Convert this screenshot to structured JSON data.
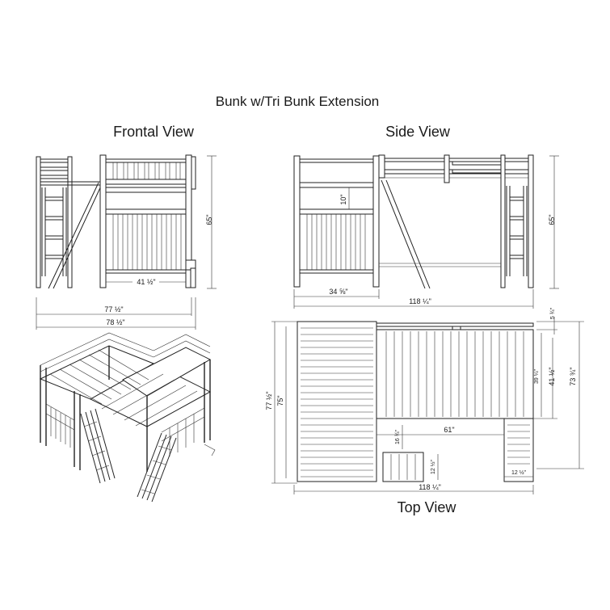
{
  "title": "Bunk w/Tri Bunk Extension",
  "views": {
    "frontal": "Frontal View",
    "side": "Side View",
    "top": "Top View"
  },
  "dimensions": {
    "front_height": "65\"",
    "front_inner_width": "41 ½\"",
    "front_width_77": "77 ½\"",
    "front_width_78": "78 ½\"",
    "side_rail": "10\"",
    "side_height": "65\"",
    "side_34": "34 ⅝\"",
    "side_118": "118 ¼\"",
    "top_5": "5 ¾\"",
    "top_39": "39 ¼\"",
    "top_41": "41 ½\"",
    "top_73": "73 ¾\"",
    "top_77": "77 ½\"",
    "top_75": "75\"",
    "top_61": "61\"",
    "top_16": "16 ¾\"",
    "top_12_v": "12 ½\"",
    "top_12_h": "12 ½\"",
    "top_118": "118 ¼\""
  }
}
